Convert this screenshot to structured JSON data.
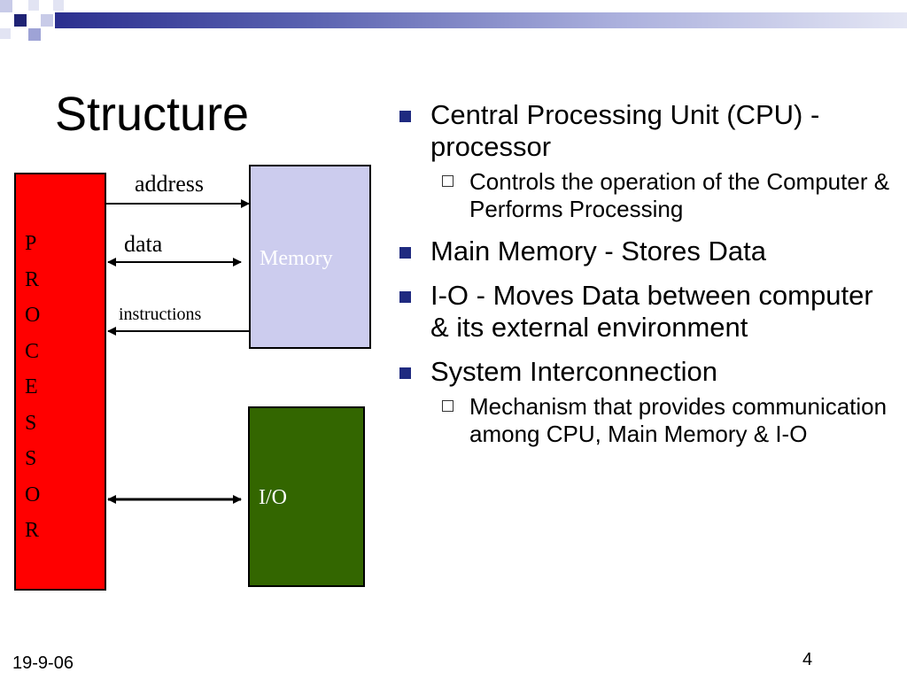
{
  "title": "Structure",
  "diagram": {
    "processor_letters": [
      "P",
      "R",
      "O",
      "C",
      "E",
      "S",
      "S",
      "O",
      "R"
    ],
    "memory_label": "Memory",
    "io_label": "I/O",
    "address_label": "address",
    "data_label": "data",
    "instructions_label": "instructions",
    "colors": {
      "processor": "#ff0000",
      "memory": "#ccccee",
      "io": "#336600"
    }
  },
  "bullets": [
    {
      "text": "Central   Processing  Unit (CPU) - processor",
      "sub": [
        "Controls the  operation  of  the Computer & Performs Processing"
      ]
    },
    {
      "text": " Main  Memory  -  Stores Data",
      "sub": []
    },
    {
      "text": "I-O  -    Moves  Data between  computer  &  its external  environment",
      "sub": []
    },
    {
      "text": "System  Interconnection",
      "sub": [
        "Mechanism  that provides communication   among CPU, Main  Memory  &  I-O"
      ]
    }
  ],
  "footer": {
    "date": "19-9-06",
    "page_number": "4"
  }
}
